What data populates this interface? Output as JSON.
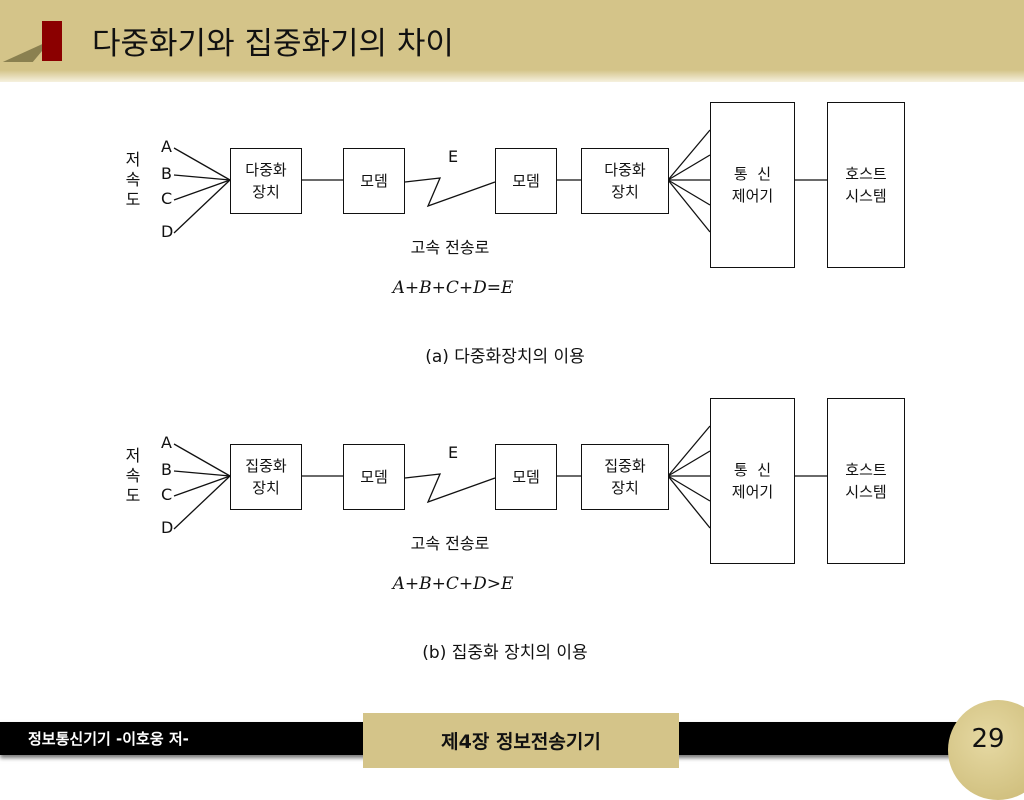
{
  "title": "다중화기와 집중화기의 차이",
  "diagrams": [
    {
      "low_speed_label": "저속도",
      "inputs": [
        "A",
        "B",
        "C",
        "D"
      ],
      "device": "다중화\n장치",
      "modem_left": "모뎀",
      "link_label": "E",
      "modem_right": "모뎀",
      "device_right": "다중화\n장치",
      "controller": "통  신\n제어기",
      "host": "호스트\n시스템",
      "line_label": "고속 전송로",
      "formula": "A+B+C+D=E",
      "caption": "(a) 다중화장치의 이용"
    },
    {
      "low_speed_label": "저속도",
      "inputs": [
        "A",
        "B",
        "C",
        "D"
      ],
      "device": "집중화\n장치",
      "modem_left": "모뎀",
      "link_label": "E",
      "modem_right": "모뎀",
      "device_right": "집중화\n장치",
      "controller": "통  신\n제어기",
      "host": "호스트\n시스템",
      "line_label": "고속 전송로",
      "formula": "A+B+C+D>E",
      "caption": "(b) 집중화 장치의 이용"
    }
  ],
  "footer": {
    "left": "정보통신기기  -이호웅 저-",
    "chapter": "제4장 정보전송기기",
    "page": "29"
  }
}
